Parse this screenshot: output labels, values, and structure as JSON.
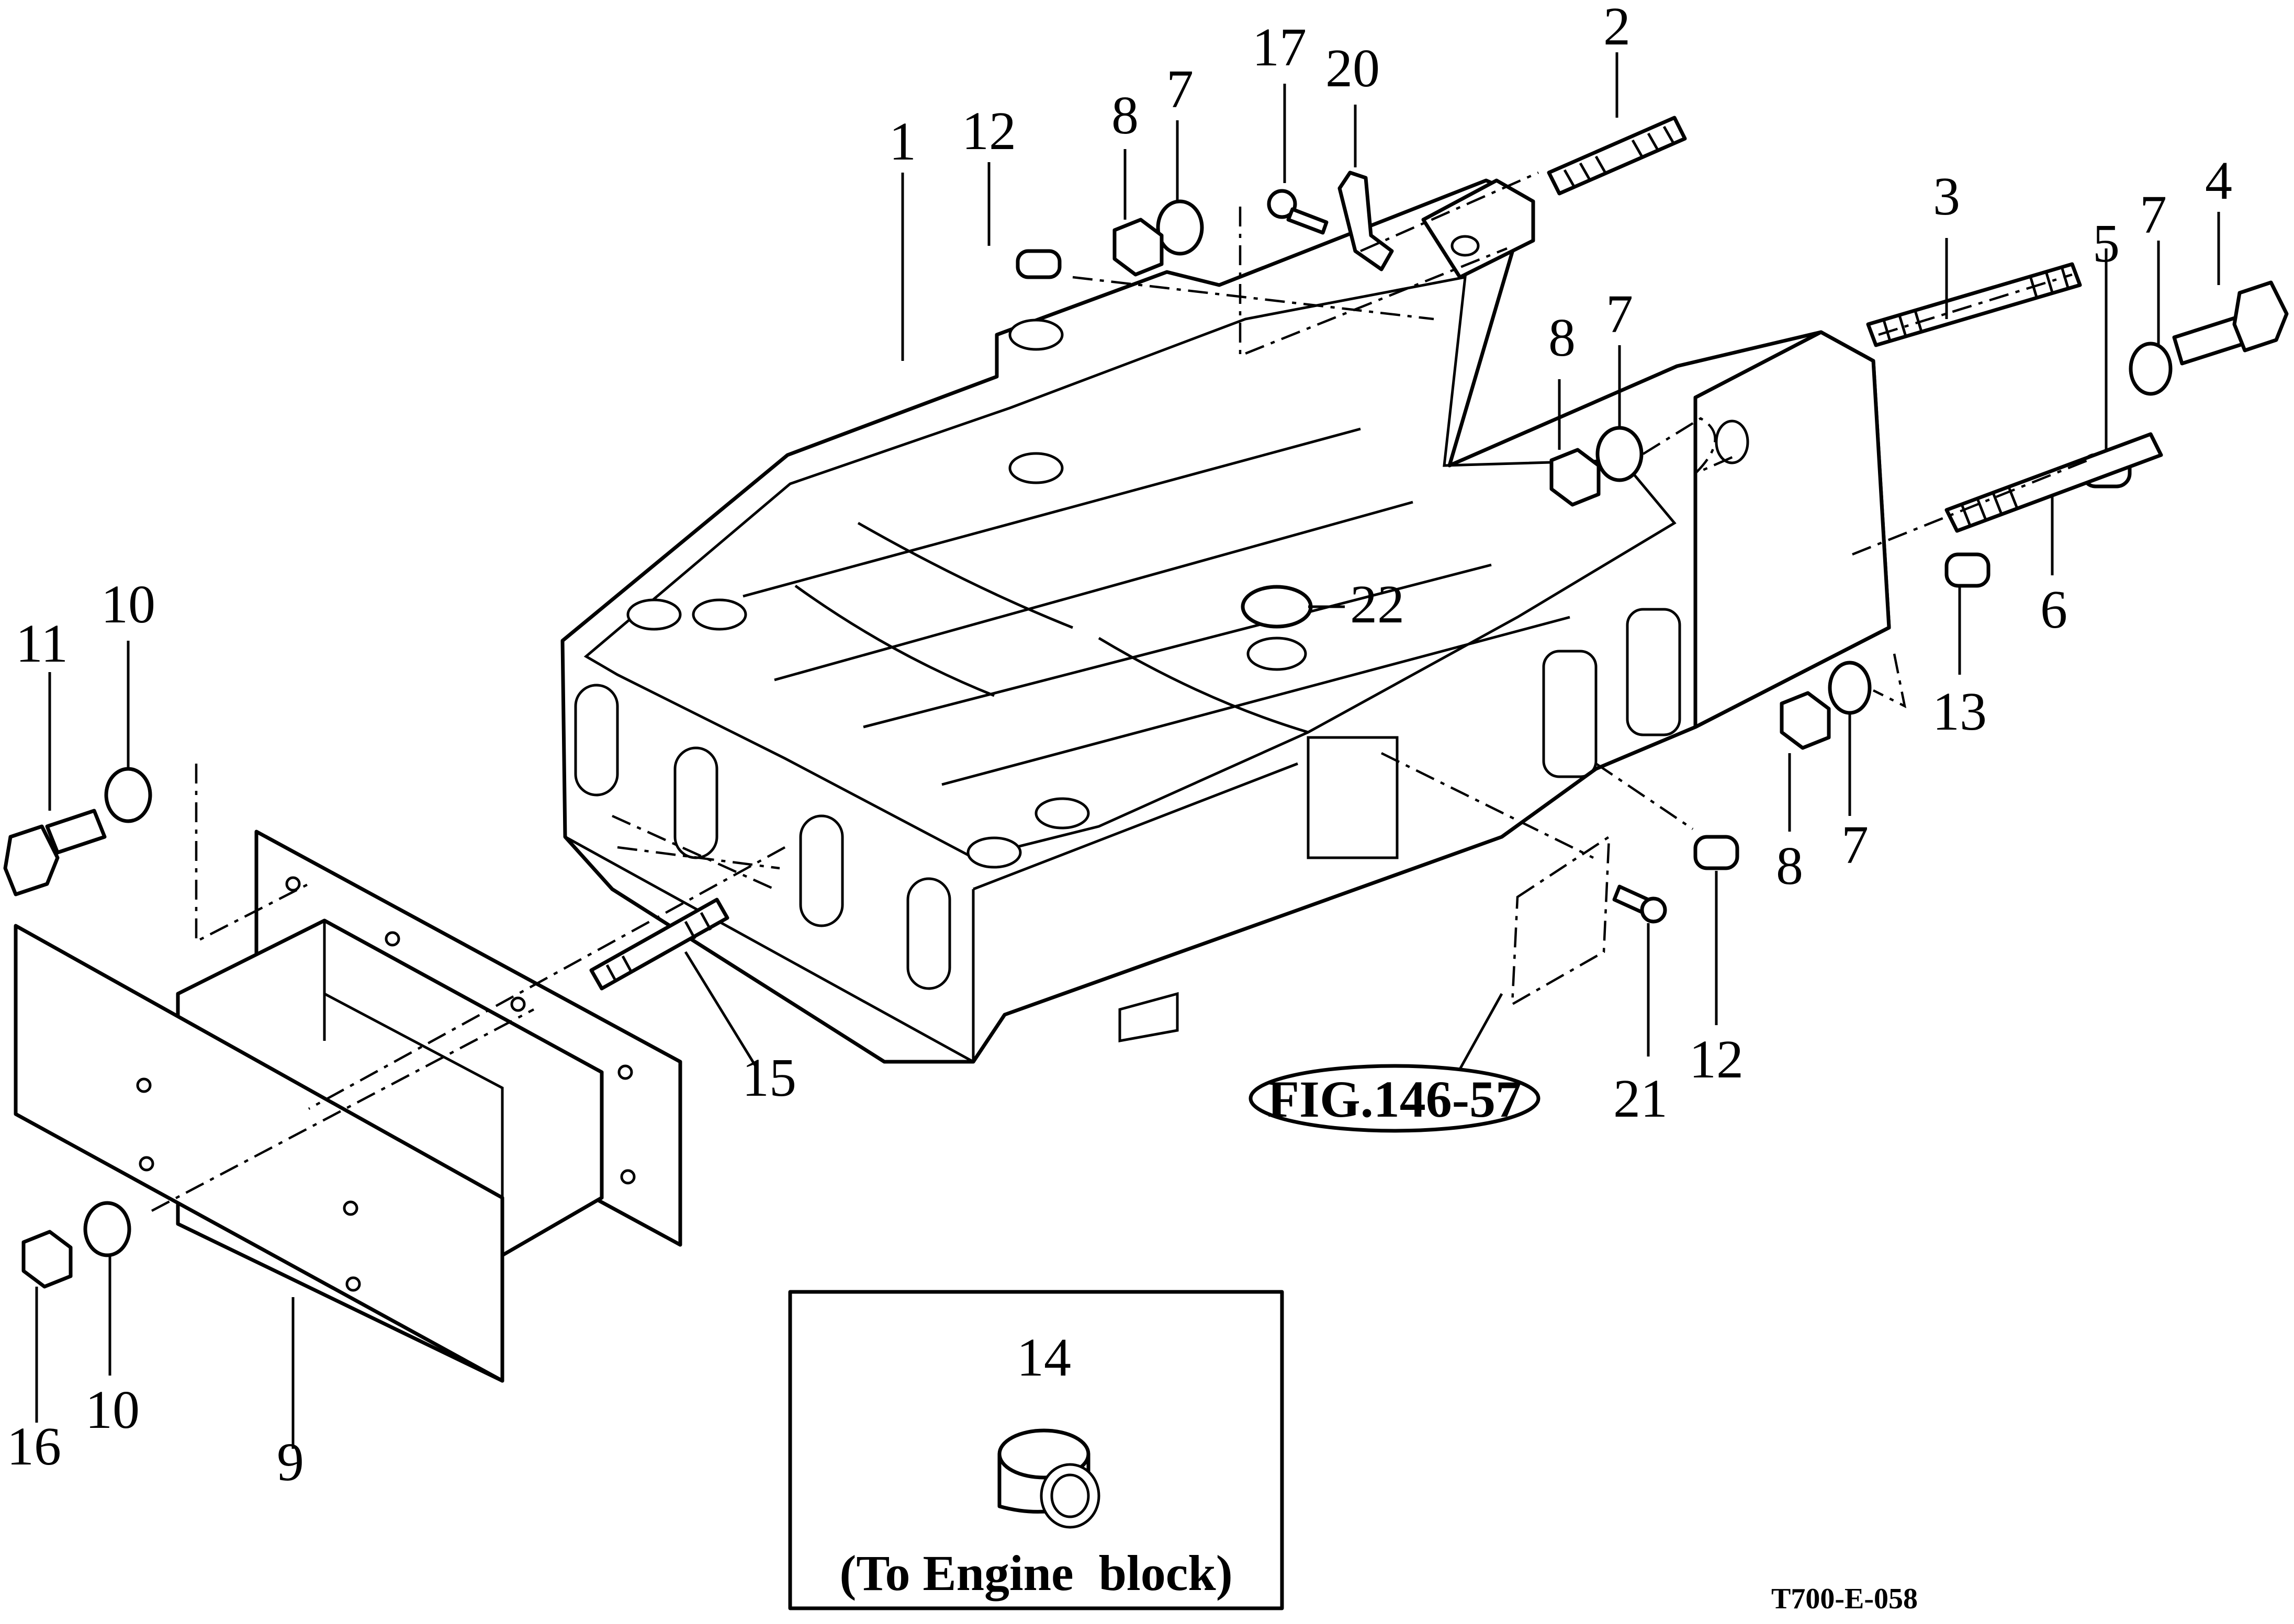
{
  "callouts": {
    "c1": "1",
    "c2": "2",
    "c3": "3",
    "c4": "4",
    "c5": "5",
    "c6": "6",
    "c7a": "7",
    "c7b": "7",
    "c7c": "7",
    "c7d": "7",
    "c8a": "8",
    "c8b": "8",
    "c8c": "8",
    "c9": "9",
    "c10a": "10",
    "c10b": "10",
    "c11": "11",
    "c12a": "12",
    "c12b": "12",
    "c13": "13",
    "c14": "14",
    "c15": "15",
    "c16": "16",
    "c17": "17",
    "c20": "20",
    "c21": "21",
    "c22": "22"
  },
  "figure_reference": "FIG.146-57",
  "inset_caption": "(To Engine  block)",
  "drawing_code": "T700-E-058"
}
